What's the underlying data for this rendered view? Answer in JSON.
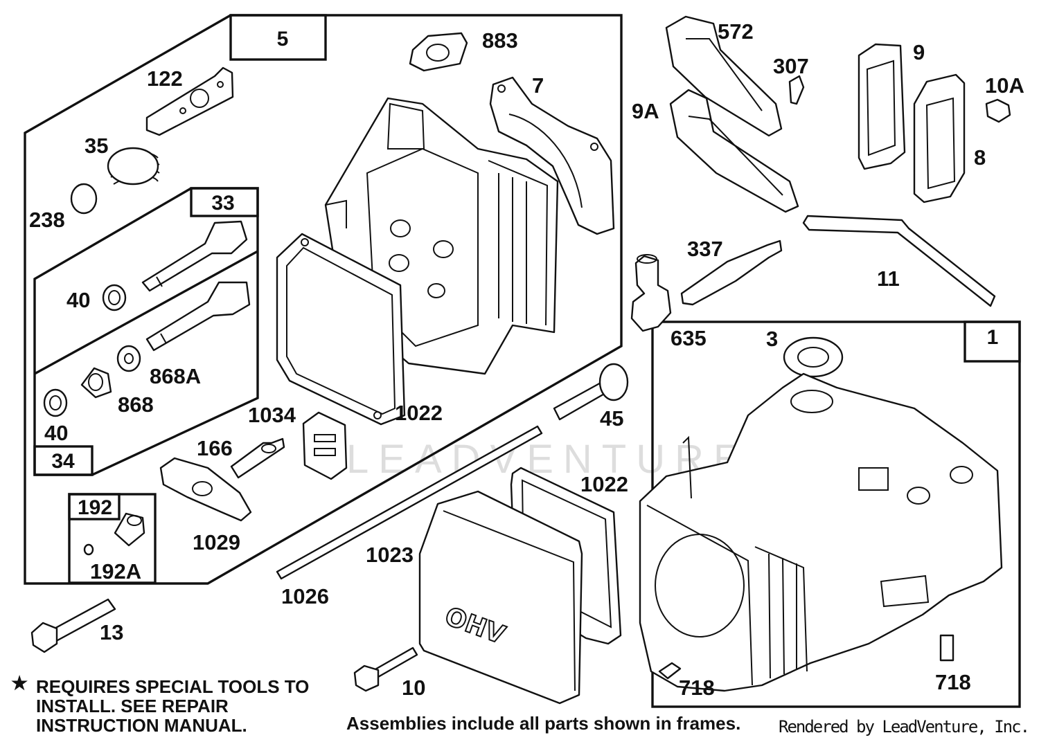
{
  "frames": {
    "assembly_5": "5",
    "assembly_33": "33",
    "assembly_34": "34",
    "assembly_192": "192",
    "assembly_1": "1"
  },
  "parts": {
    "p883": "883",
    "p7": "7",
    "p122": "122",
    "p35": "35",
    "p238": "238",
    "p40a": "40",
    "p40b": "40",
    "p868A": "868A",
    "p868": "868",
    "p1022a": "1022",
    "p1034": "1034",
    "p166": "166",
    "p1029": "1029",
    "p192A": "192A",
    "p13": "13",
    "p572": "572",
    "p307": "307",
    "p9A": "9A",
    "p9": "9",
    "p10A": "10A",
    "p8": "8",
    "p337": "337",
    "p11": "11",
    "p635": "635",
    "p3": "3",
    "p45": "45",
    "p1022b": "1022",
    "p1023": "1023",
    "p1026": "1026",
    "p10": "10",
    "p718a": "718",
    "p718b": "718"
  },
  "cover_lettering": "OHV",
  "watermark": "LEADVENTURE",
  "notes": {
    "star": "★",
    "special_tools": "REQUIRES SPECIAL TOOLS TO INSTALL.  SEE REPAIR INSTRUCTION MANUAL.",
    "assemblies": "Assemblies include all parts shown in frames.",
    "rendered_by": "Rendered by LeadVenture, Inc."
  }
}
